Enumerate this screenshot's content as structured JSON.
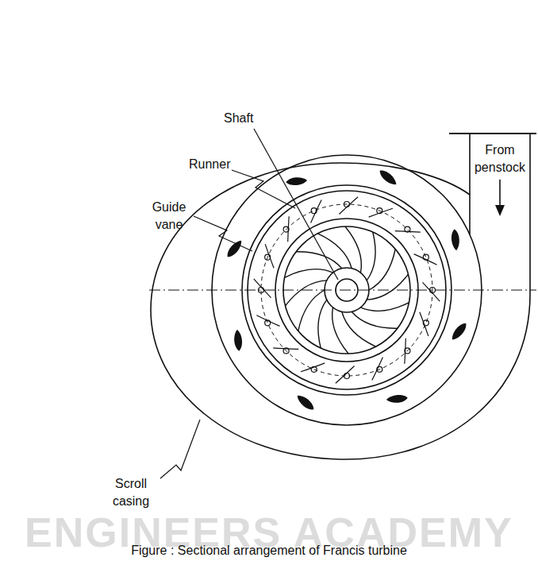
{
  "diagram": {
    "caption": "Figure : Sectional arrangement of Francis turbine",
    "labels": [
      "From penstock",
      "Shaft",
      "Runner",
      "Guide vane",
      "Scroll casing",
      "ENGINEERS ACADEMY"
    ]
  }
}
